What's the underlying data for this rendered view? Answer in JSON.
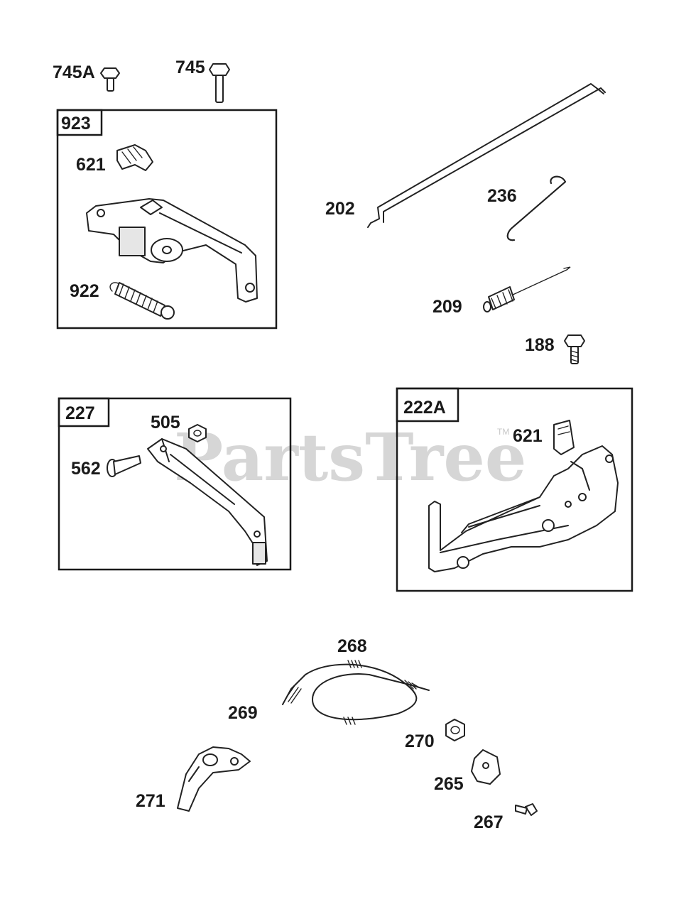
{
  "watermark": {
    "text": "PartsTree",
    "trademark": "TM"
  },
  "groups": [
    {
      "id": "923",
      "label": "923"
    },
    {
      "id": "227",
      "label": "227"
    },
    {
      "id": "222A",
      "label": "222A"
    }
  ],
  "parts": {
    "p745A": "745A",
    "p745": "745",
    "p621a": "621",
    "p922": "922",
    "p202": "202",
    "p236": "236",
    "p209": "209",
    "p188": "188",
    "p505": "505",
    "p562": "562",
    "p621b": "621",
    "p268": "268",
    "p269": "269",
    "p270": "270",
    "p265": "265",
    "p271": "271",
    "p267": "267"
  }
}
